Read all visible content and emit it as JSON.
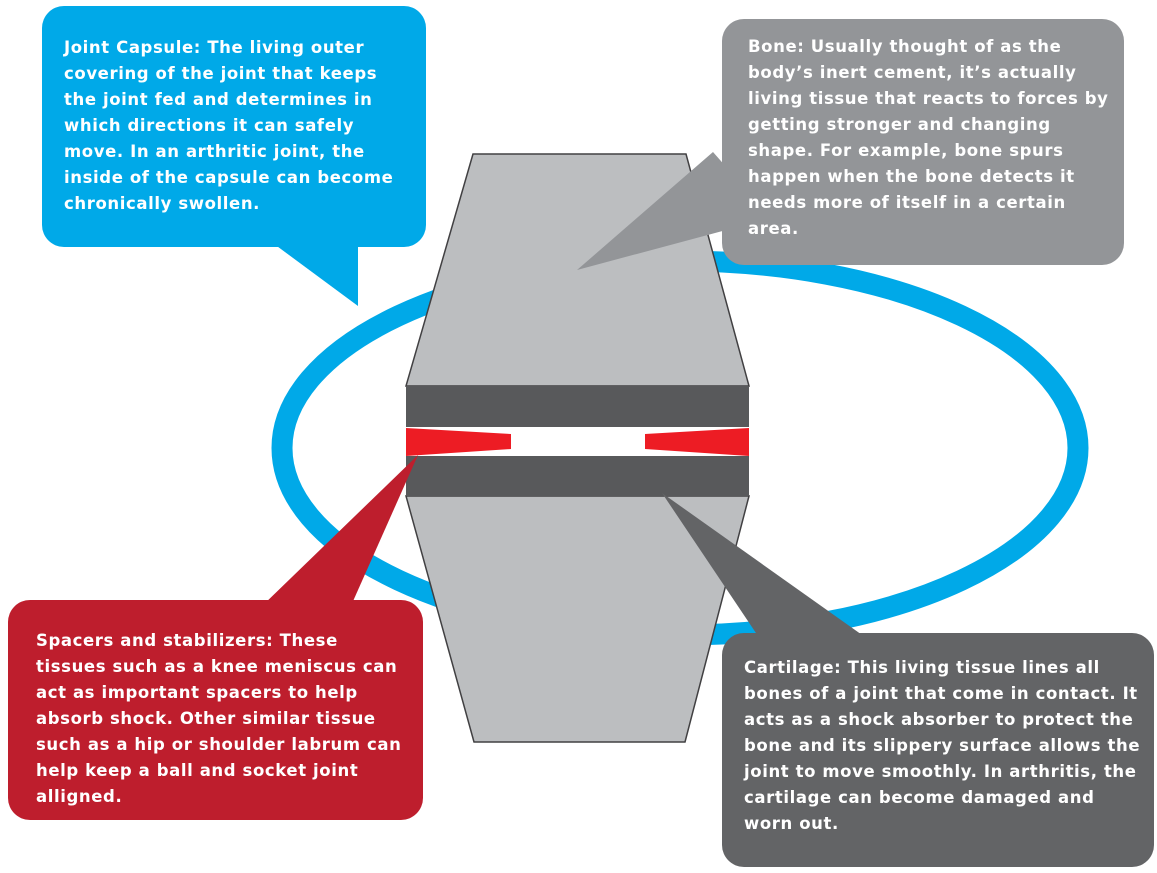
{
  "diagram": {
    "colors": {
      "capsule": "#00a9e8",
      "bone": "#bcbec0",
      "bone_callout": "#939598",
      "cartilage": "#58595b",
      "cartilage_callout": "#636466",
      "spacer": "#ed1c24",
      "spacer_callout": "#be1e2d",
      "text": "#ffffff"
    },
    "callouts": {
      "capsule": "Joint Capsule: The living outer covering of the joint that keeps the joint fed and determines in which directions it can safely move. In an arthritic joint, the inside of the capsule can become chronically swollen.",
      "bone": "Bone: Usually thought of as the body’s inert cement, it’s actually living tissue that reacts to forces by getting stronger and changing shape. For example, bone spurs happen when the bone detects it needs more of itself in a certain area.",
      "spacers": "Spacers and stabilizers: These tissues such as a knee meniscus can act as important spacers to help absorb shock. Other similar tissue such as a hip or shoulder labrum can help keep a ball and socket joint alligned.",
      "cartilage": "Cartilage: This living tissue lines all bones of a joint that come in contact. It acts as a shock absorber to protect the bone and its slippery surface allows the joint to move smoothly. In arthritis, the cartilage can become damaged and worn out."
    }
  }
}
